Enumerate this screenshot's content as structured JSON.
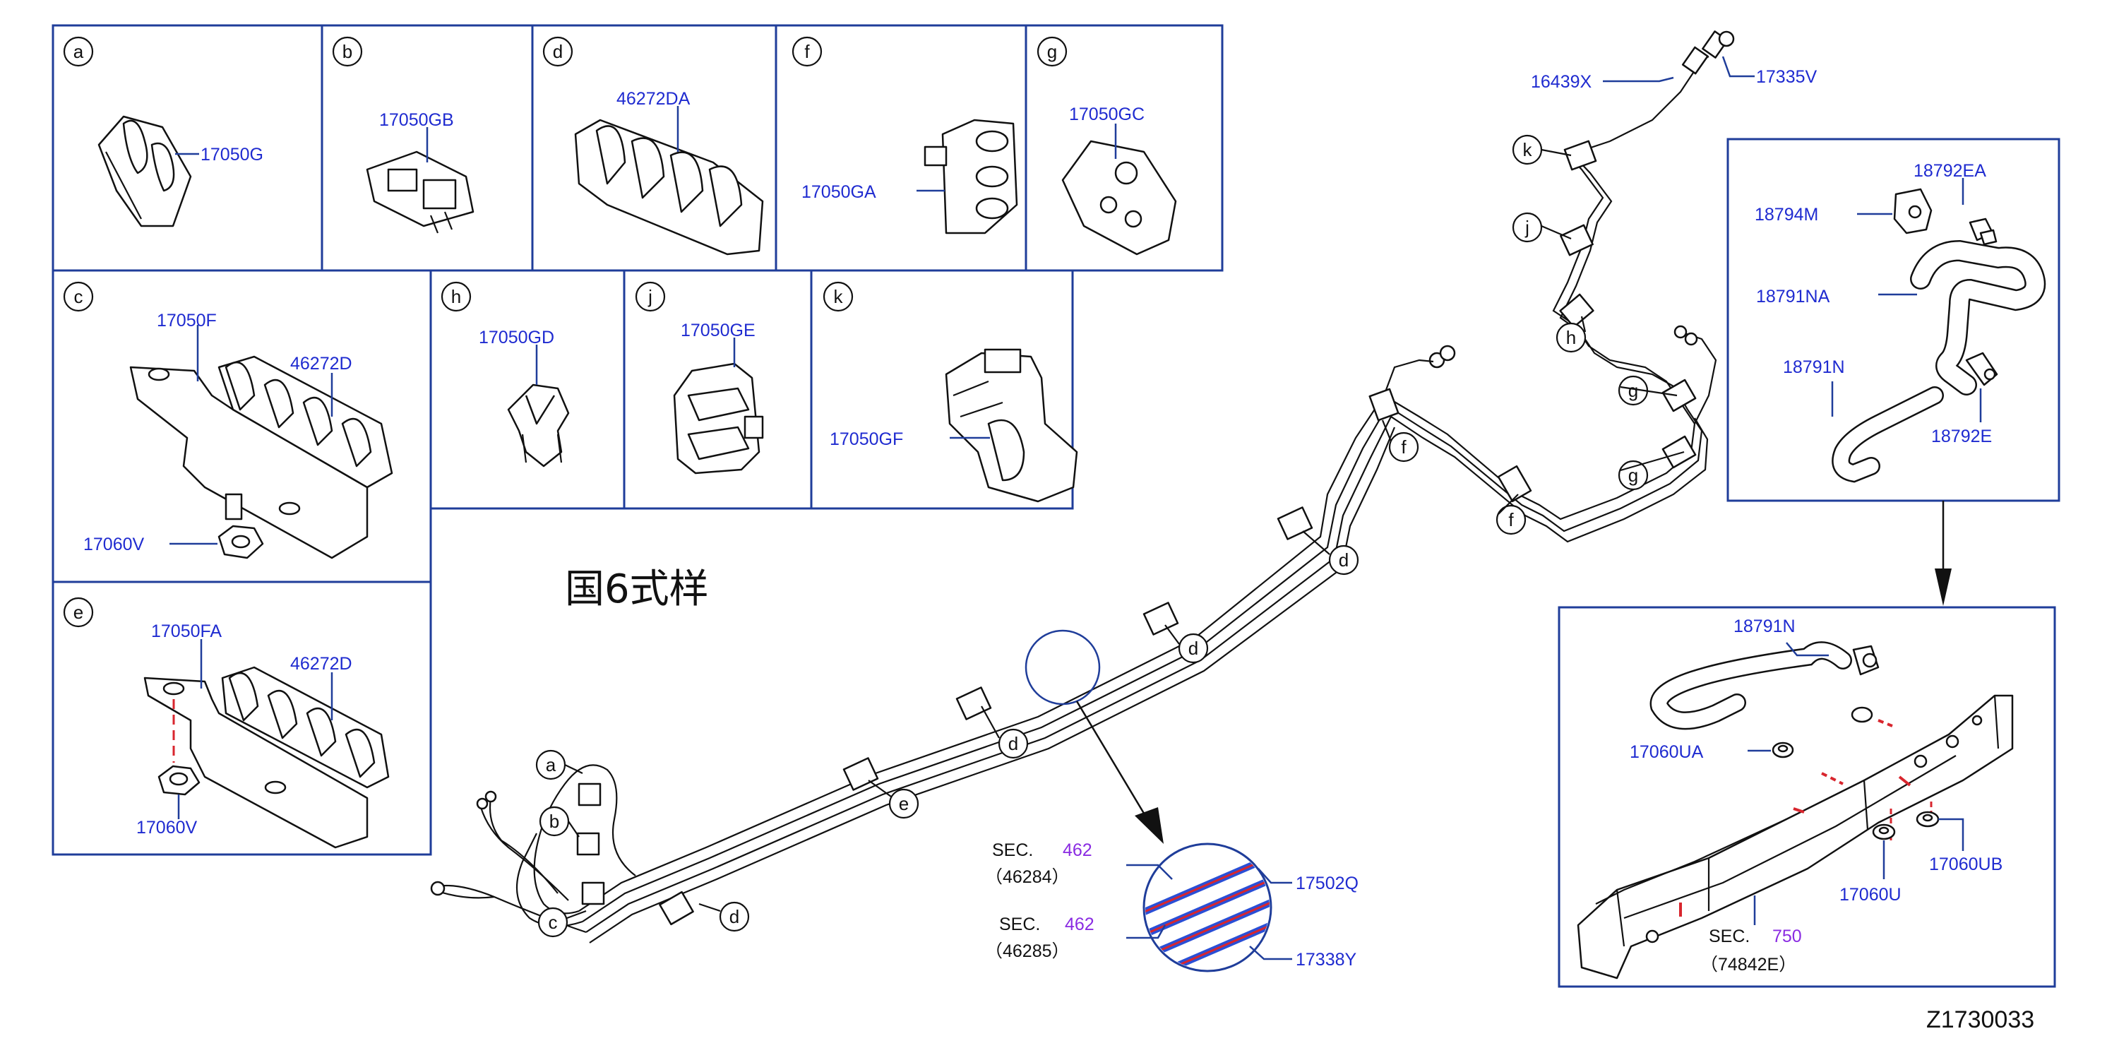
{
  "labels": {
    "a": "a",
    "b": "b",
    "c": "c",
    "d": "d",
    "e": "e",
    "f": "f",
    "g": "g",
    "h": "h",
    "j": "j",
    "k": "k"
  },
  "parts": {
    "p17050G": "17050G",
    "p17050GB": "17050GB",
    "p46272DA": "46272DA",
    "p17050GA": "17050GA",
    "p17050GC": "17050GC",
    "p17050F": "17050F",
    "p46272D": "46272D",
    "p17060V": "17060V",
    "p17050GD": "17050GD",
    "p17050GE": "17050GE",
    "p17050GF": "17050GF",
    "p17050FA": "17050FA",
    "p16439X": "16439X",
    "p17335V": "17335V",
    "p18792EA": "18792EA",
    "p18794M": "18794M",
    "p18791NA": "18791NA",
    "p18791N": "18791N",
    "p18792E": "18792E",
    "p17060UA": "17060UA",
    "p17060U": "17060U",
    "p17060UB": "17060UB",
    "p17502Q": "17502Q",
    "p17338Y": "17338Y"
  },
  "sections": {
    "sec_word": "SEC.",
    "sec1_num": "462",
    "sec1_ref": "（46284）",
    "sec2_num": "462",
    "sec2_ref": "（46285）",
    "sec3_num": "750",
    "sec3_ref": "（74842E）"
  },
  "spec_note": "国6式样",
  "diagram_code": "Z1730033",
  "colors": {
    "frame": "#1f3d9a",
    "part_number": "#1f2bd0",
    "section_number": "#8a2be2",
    "pipe_red": "#d8262e",
    "pipe_blue": "#2a4fd6"
  }
}
